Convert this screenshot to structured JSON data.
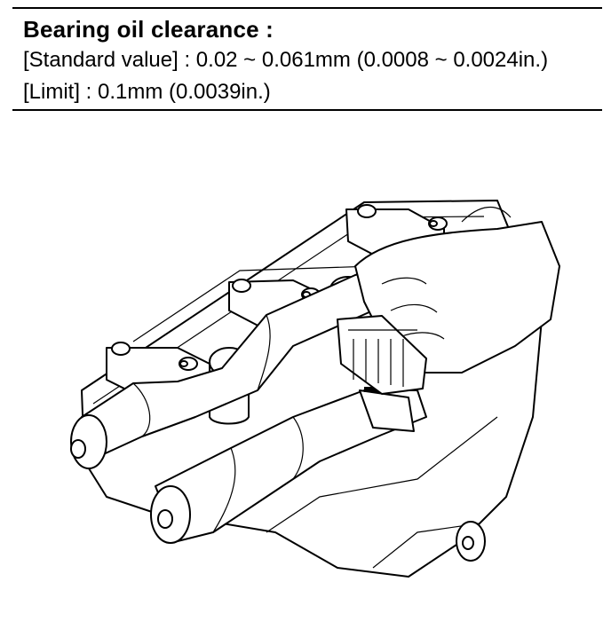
{
  "spec": {
    "title": "Bearing oil clearance :",
    "standard_label": "[Standard value] :",
    "standard_value": "0.02 ~ 0.061mm (0.0008 ~ 0.0024in.)",
    "limit_label": "[Limit] :",
    "limit_value": "0.1mm  (0.0039in.)"
  }
}
